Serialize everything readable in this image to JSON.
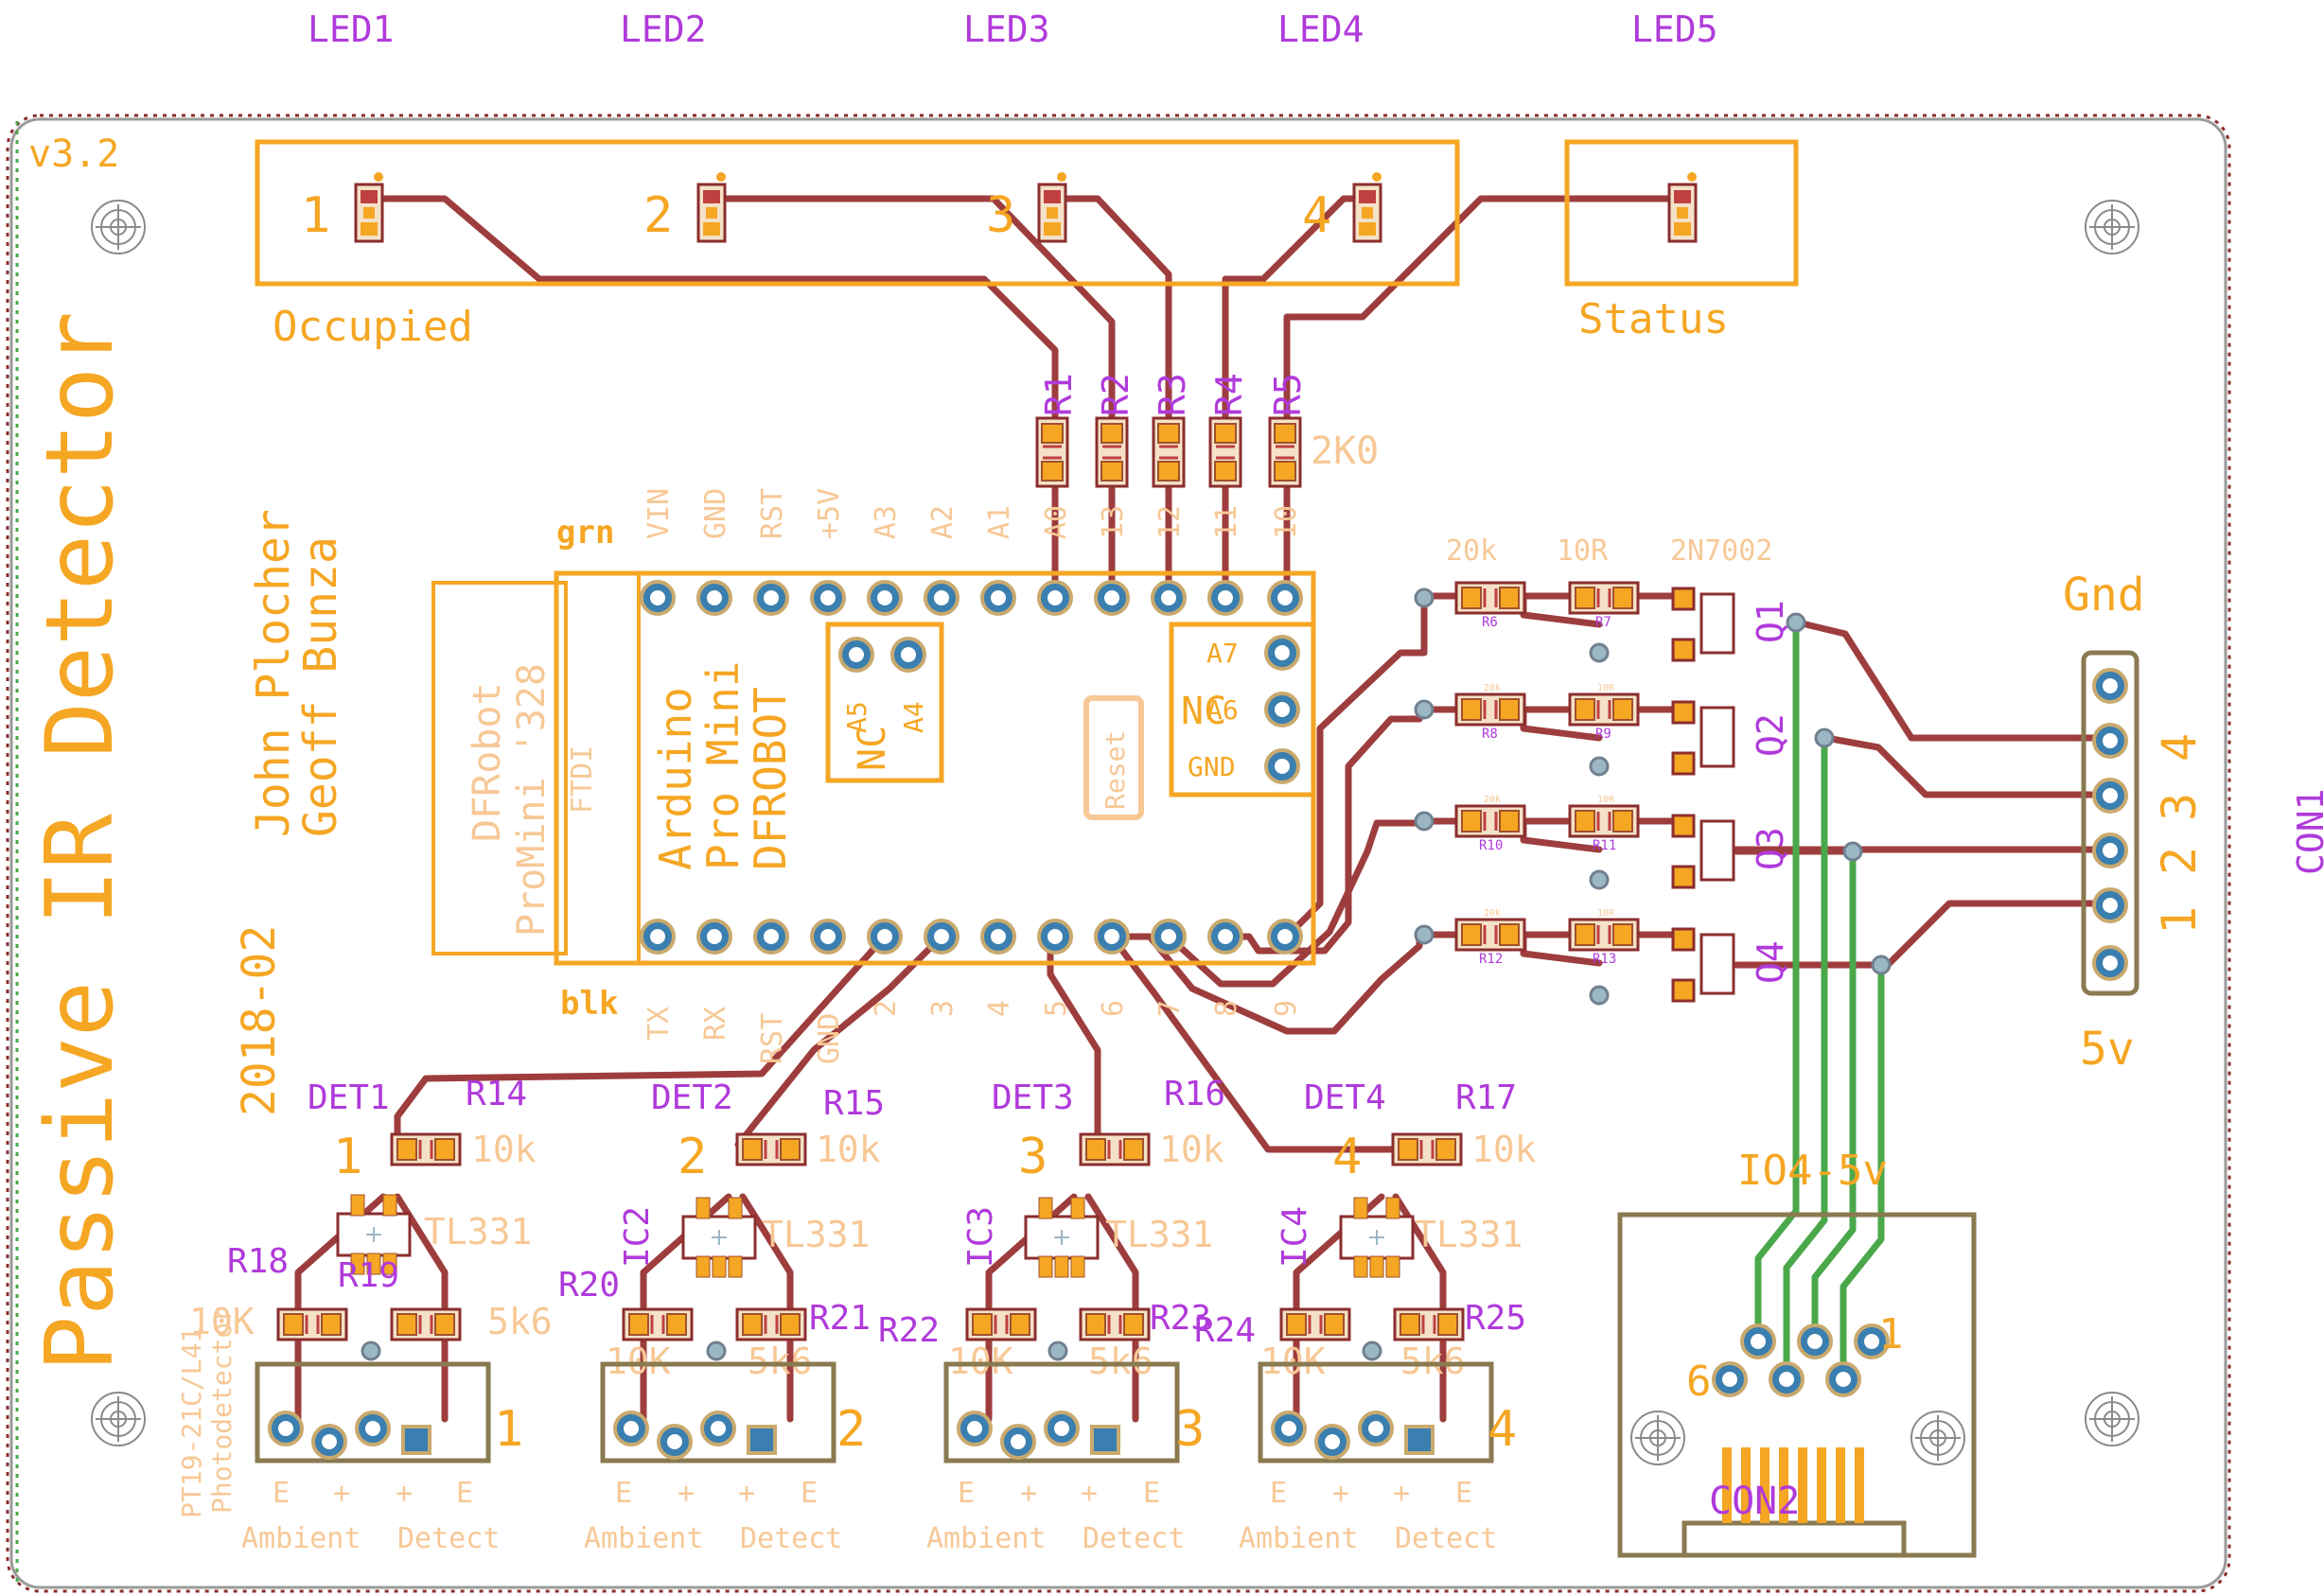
{
  "colors": {
    "silk": "#f5a623",
    "silk_light": "#f7c896",
    "name_label": "#b03adb",
    "trace_top": "#9e3d3d",
    "trace_bottom": "#4aa84a",
    "pad": "#3a7fb0",
    "outline": "#8b2e2e",
    "board_edge": "#8a8a8a"
  },
  "top_labels": {
    "led1": "LED1",
    "led2": "LED2",
    "led3": "LED3",
    "led4": "LED4",
    "led5": "LED5"
  },
  "board": {
    "version": "v3.2",
    "title": "Passive IR Detector",
    "author1": "John Plocher",
    "author2": "Geoff Bunza",
    "date": "2018-02",
    "occupied": "Occupied",
    "status": "Status",
    "led_nums": [
      "1",
      "2",
      "3",
      "4"
    ]
  },
  "resistors_top": {
    "names": [
      "R1",
      "R2",
      "R3",
      "R4",
      "R5"
    ],
    "value": "2K0"
  },
  "arduino": {
    "grn": "grn",
    "blk": "blk",
    "top_pins": [
      "VIN",
      "GND",
      "RST",
      "+5V",
      "A3",
      "A2",
      "A1",
      "A0",
      "13",
      "12",
      "11",
      "10"
    ],
    "bottom_pins": [
      "TX",
      "RX",
      "RST",
      "GND",
      "2",
      "3",
      "4",
      "5",
      "6",
      "7",
      "8",
      "9"
    ],
    "name1": "Arduino",
    "name2": "Pro Mini",
    "name3": "DFROBOT",
    "left1": "DFRobot",
    "left2": "ProMini '328",
    "ftdi": "FTDI",
    "reset": "Reset",
    "a5": "A5",
    "a4": "A4",
    "a7": "A7",
    "a6": "A6",
    "gnd": "GND",
    "nc1": "NC",
    "nc2": "NC"
  },
  "drivers": {
    "val_20k": "20k",
    "val_10r": "10R",
    "val_fet": "2N7002",
    "r_names": [
      "R6",
      "R7",
      "R8",
      "R9",
      "R10",
      "R11",
      "R12",
      "R13"
    ],
    "q_names": [
      "Q1",
      "Q2",
      "Q3",
      "Q4"
    ],
    "small_20k": "20k",
    "small_10r": "10R"
  },
  "con1": {
    "gnd": "Gnd",
    "v5": "5v",
    "nums": [
      "4",
      "3",
      "2",
      "1"
    ],
    "name": "CON1"
  },
  "con2": {
    "io": "IO4-5v",
    "one": "1",
    "six": "6",
    "name": "CON2"
  },
  "detectors": [
    {
      "det": "DET1",
      "rk": "R14",
      "num": "1",
      "val10k": "10k",
      "ic": "TL331",
      "icname": "",
      "rl": "R18",
      "rr": "R19",
      "bottom_num": "1"
    },
    {
      "det": "DET2",
      "rk": "R15",
      "num": "2",
      "val10k": "10k",
      "ic": "TL331",
      "icname": "IC2",
      "rl": "R20",
      "rr": "R21",
      "bottom_num": "2"
    },
    {
      "det": "DET3",
      "rk": "R16",
      "num": "3",
      "val10k": "10k",
      "ic": "TL331",
      "icname": "IC3",
      "rl": "R22",
      "rr": "R23",
      "bottom_num": "3"
    },
    {
      "det": "DET4",
      "rk": "R17",
      "num": "4",
      "val10k": "10k",
      "ic": "TL331",
      "icname": "IC4",
      "rl": "R24",
      "rr": "R25",
      "bottom_num": "4"
    }
  ],
  "det_common": {
    "v10k": "10K",
    "v5k6": "5k6",
    "pins": [
      "E",
      "+",
      "+",
      "E"
    ],
    "ambient": "Ambient",
    "detect": "Detect",
    "photo1": "PT19-21C/L41",
    "photo2": "Photodetector"
  }
}
